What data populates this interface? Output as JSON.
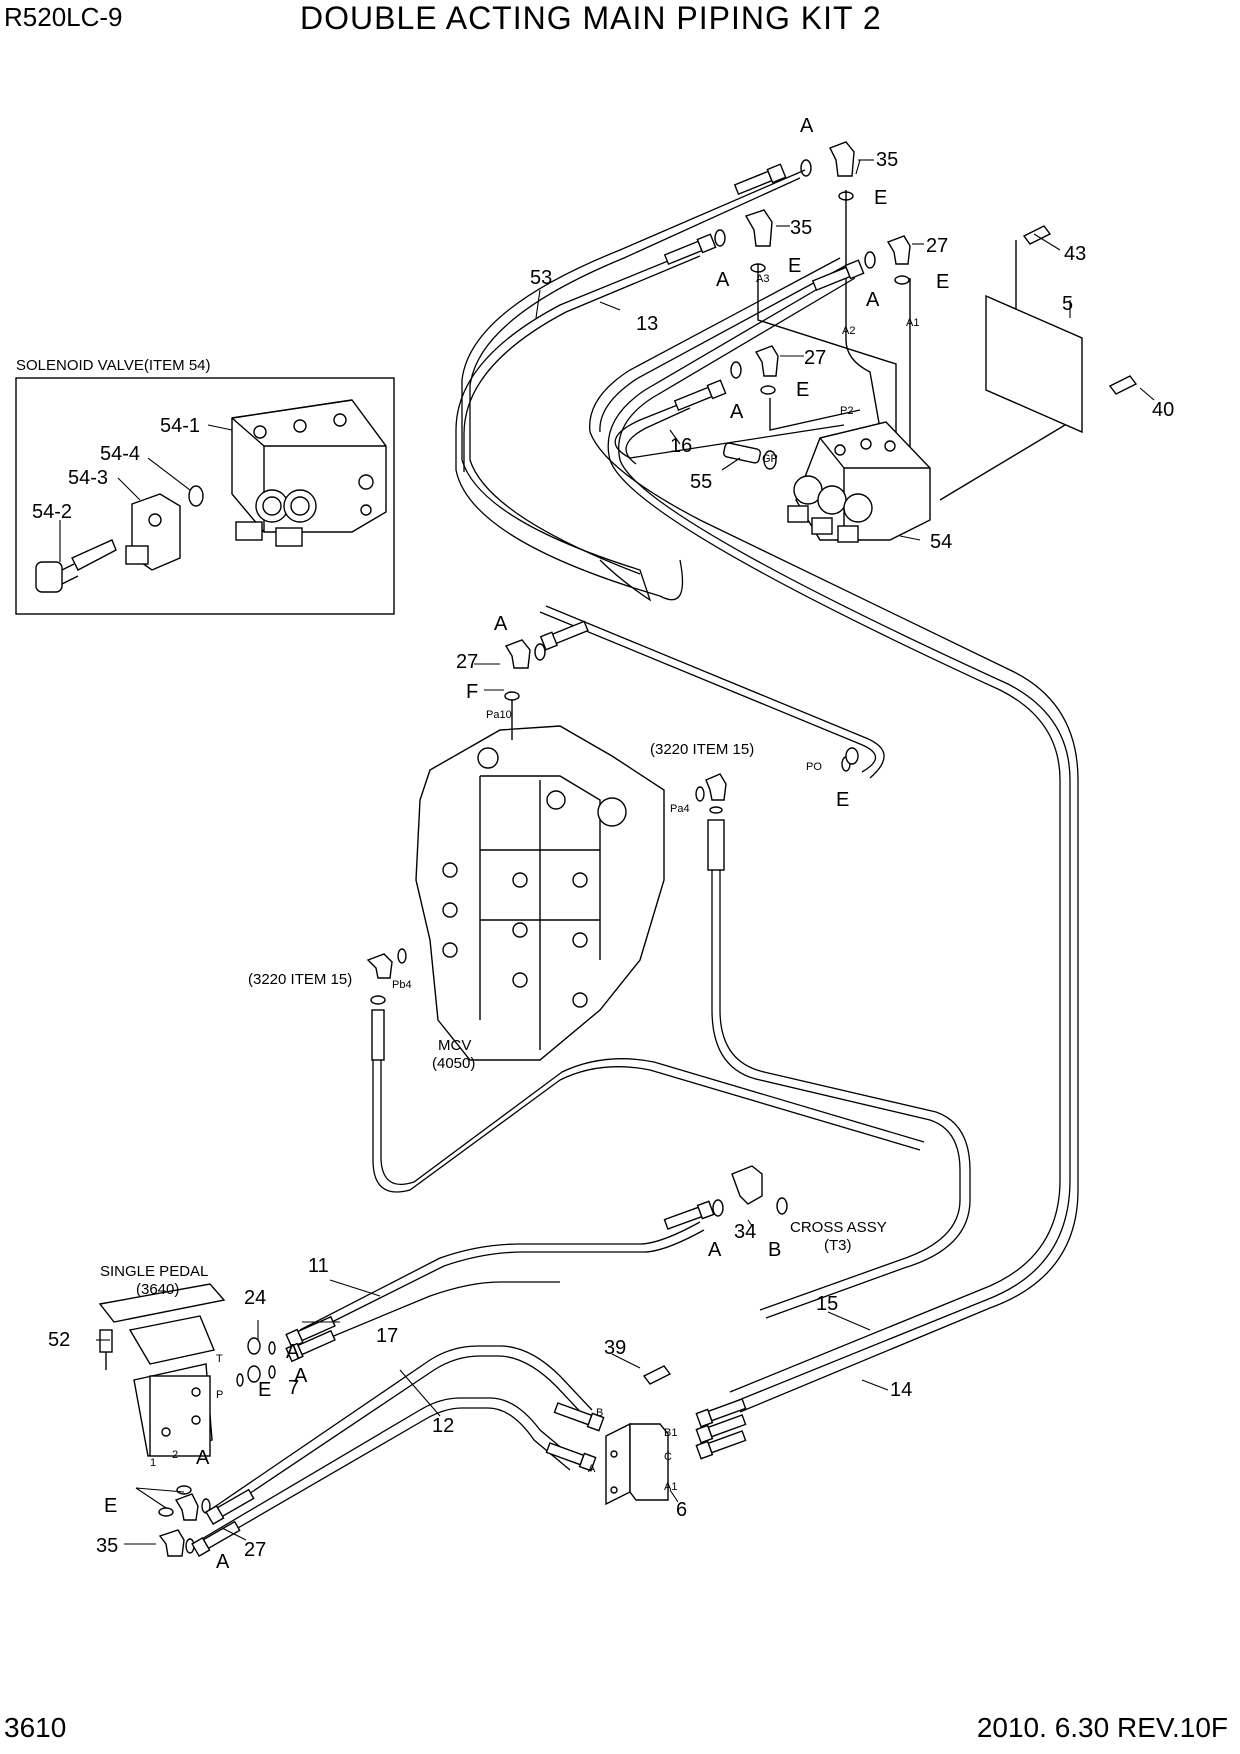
{
  "header": {
    "model": "R520LC-9",
    "title": "DOUBLE ACTING MAIN PIPING KIT 2"
  },
  "footer": {
    "page_number": "3610",
    "date_revision": "2010. 6.30  REV.10F"
  },
  "inset": {
    "title": "SOLENOID VALVE(ITEM 54)",
    "labels": {
      "p54_1": "54-1",
      "p54_2": "54-2",
      "p54_3": "54-3",
      "p54_4": "54-4"
    }
  },
  "callouts": {
    "p53": "53",
    "p13": "13",
    "p35a": "35",
    "p35b": "35",
    "p35c": "35",
    "p27a": "27",
    "p27b": "27",
    "p27c": "27",
    "p27d": "27",
    "p43": "43",
    "p5": "5",
    "p40": "40",
    "p16": "16",
    "p55": "55",
    "p54": "54",
    "p11": "11",
    "p17": "17",
    "p24": "24",
    "p7": "7",
    "p52": "52",
    "p12": "12",
    "p39": "39",
    "p15": "15",
    "p14": "14",
    "p6": "6",
    "p34": "34"
  },
  "seal_letters": {
    "a1": "A",
    "a2": "A",
    "a3": "A",
    "a4": "A",
    "a5": "A",
    "a6": "A",
    "a7": "A",
    "a8": "A",
    "a9": "A",
    "a10": "A",
    "e1": "E",
    "e2": "E",
    "e3": "E",
    "e4": "E",
    "e5": "E",
    "e6": "E",
    "e7": "E",
    "f1": "F",
    "b1": "B"
  },
  "port_labels": {
    "a3": "A3",
    "a2": "A2",
    "a1": "A1",
    "p2": "P2",
    "gp": "GP",
    "pa10": "Pa10",
    "po": "PO",
    "pa4": "Pa4",
    "pb4": "Pb4",
    "t": "T",
    "p": "P",
    "one": "1",
    "two": "2",
    "b": "B",
    "a": "A",
    "b1": "B1",
    "c": "C",
    "a1b": "A1"
  },
  "notes": {
    "ref_3220_top": "(3220 ITEM 15)",
    "ref_3220_left": "(3220 ITEM 15)",
    "mcv": "MCV",
    "mcv_ref": "(4050)",
    "cross_assy": "CROSS ASSY",
    "cross_ref": "(T3)",
    "single_pedal": "SINGLE PEDAL",
    "pedal_ref": "(3640)"
  }
}
